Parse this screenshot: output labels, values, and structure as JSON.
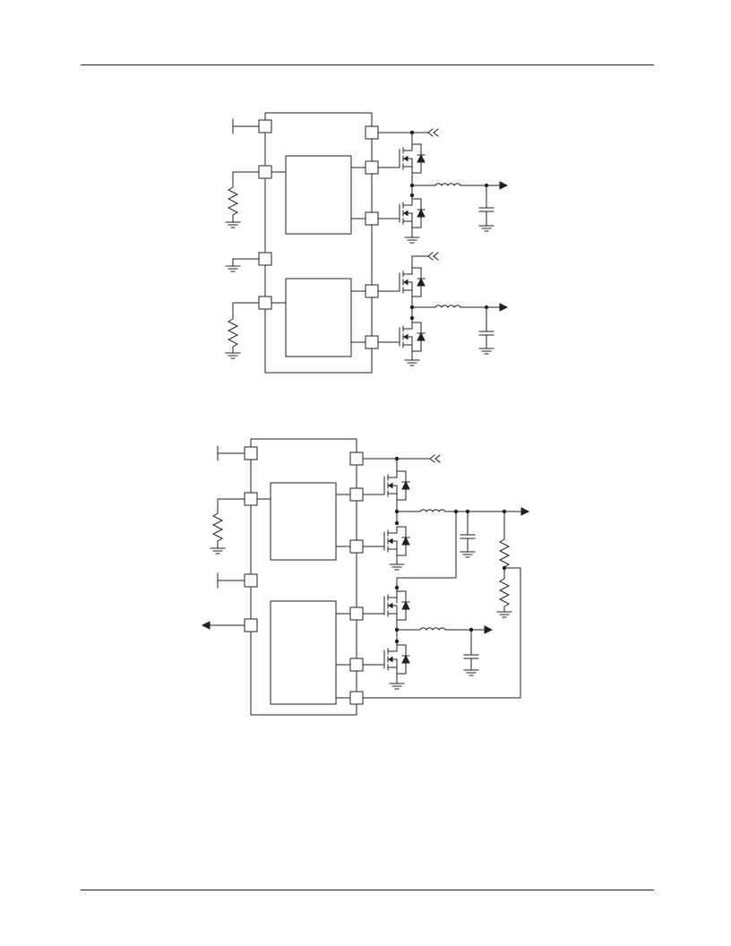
{
  "page": {
    "background": "#ffffff",
    "line_color": "#231f20"
  },
  "figure_1": {
    "channels": 2,
    "pins_per_channel": 5,
    "components": [
      "resistor",
      "inductor",
      "capacitor",
      "high-side-mosfet",
      "low-side-mosfet"
    ]
  },
  "figure_2": {
    "channels": 2,
    "output_resistor_divider": true,
    "external_output_arrow": true
  }
}
